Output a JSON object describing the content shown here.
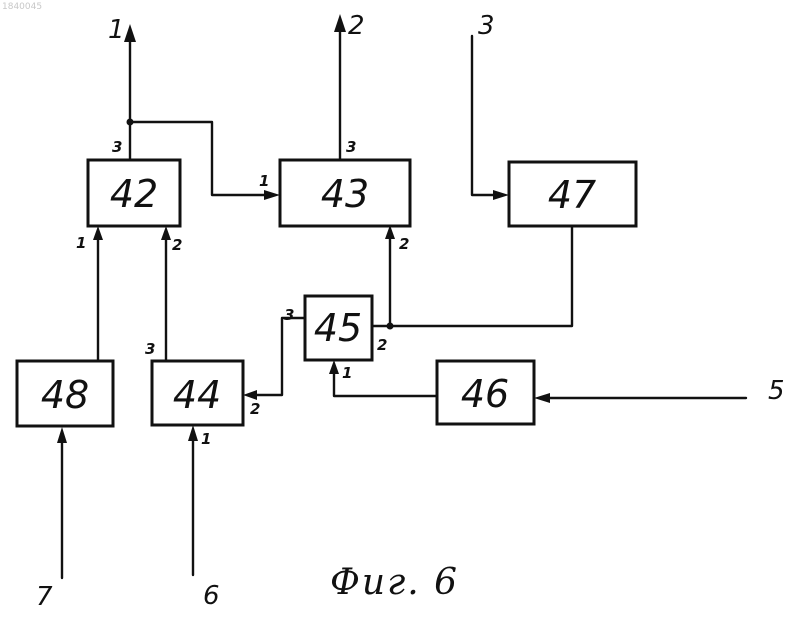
{
  "stamp": "1840045",
  "caption": "Фиг. 6",
  "blocks": {
    "b42": "42",
    "b43": "43",
    "b44": "44",
    "b45": "45",
    "b46": "46",
    "b47": "47",
    "b48": "48"
  },
  "terminals": {
    "t1": "1",
    "t2": "2",
    "t3": "3",
    "t5": "5",
    "t6": "6",
    "t7": "7"
  },
  "ports": {
    "p42_1": "1",
    "p42_2": "2",
    "p42_3": "3",
    "p43_1": "1",
    "p43_2": "2",
    "p43_3": "3",
    "p44_1": "1",
    "p44_2": "2",
    "p44_3": "3",
    "p45_1": "1",
    "p45_2": "2",
    "p45_3": "3"
  }
}
